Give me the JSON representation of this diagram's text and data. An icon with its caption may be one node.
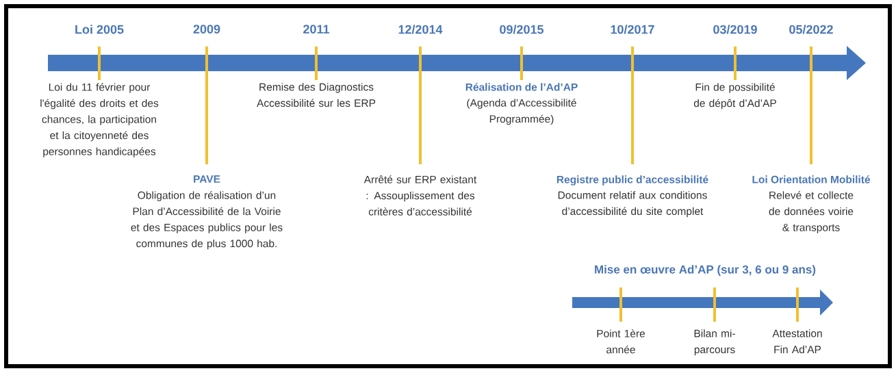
{
  "diagram": {
    "labels": [
      "Loi 2005",
      "2009",
      "2011",
      "12/2014",
      "09/2015",
      "10/2017",
      "03/2019",
      "05/2022",
      "Loi du 11 février pour l'égalité des droits et des chances, la participation et la citoyenneté des personnes handicapées",
      "Remise des Diagnostics Accessibilité sur les ERP",
      "Réalisation de l’Ad’AP",
      "(Agenda d’Accessibilité Programmée)",
      "Fin de possibilité de dépôt d’Ad’AP",
      "PAVE",
      "Obligation de réalisation d’un Plan d’Accessibilité de la Voirie et des Espaces publics pour les communes de plus 1000 hab.",
      "Arrêté sur ERP existant : Assouplissement des critères d’accessibilité",
      "Registre public d’accessibilité",
      "Document relatif aux conditions d’accessibilité du site complet",
      "Loi Orientation Mobilité",
      "Relevé et collecte de données voirie & transports",
      "Mise en œuvre Ad’AP (sur 3, 6 ou 9 ans)",
      "Point 1ère année",
      "Bilan mi-parcours",
      "Attestation Fin Ad’AP"
    ]
  }
}
